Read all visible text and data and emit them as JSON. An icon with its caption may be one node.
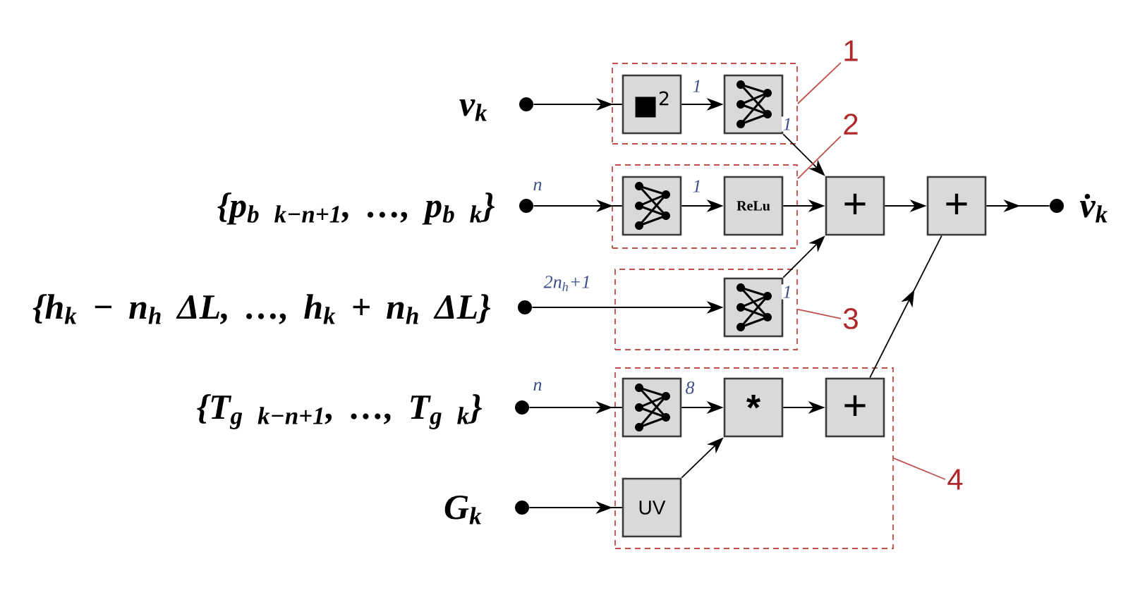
{
  "diagram": {
    "nodes": [
      {
        "text": [],
        "shape": "circle",
        "beside": [
          "v$_{k}$"
        ]
      },
      {
        "text": [],
        "shape": "box"
      },
      {
        "text": [
          "■$^{2}$"
        ],
        "in": 1
      },
      {
        "text": [],
        "shape": "picture",
        "in": 1
      },
      {
        "text": [
          "1"
        ]
      },
      {
        "text": [],
        "shape": "circle",
        "beside": [
          "{p$_{b k−n+1}$, …, p$_{b k}$}"
        ]
      },
      {
        "text": [],
        "shape": "box"
      },
      {
        "text": [],
        "shape": "picture",
        "in": 6
      },
      {
        "text": [
          "ReLu"
        ],
        "in": 6
      },
      {
        "text": [
          "2"
        ]
      },
      {
        "text": [
          "+"
        ]
      },
      {
        "text": [
          "+"
        ]
      },
      {
        "text": [],
        "shape": "circle",
        "beside": [
          "v̇$_{k}$"
        ]
      },
      {
        "text": [],
        "shape": "circle",
        "beside": [
          "{h$_{k}$ − n$_{h}$ ΔL, …, h$_{k}$ + n$_{h}$ ΔL}"
        ]
      },
      {
        "text": [],
        "shape": "box"
      },
      {
        "text": [],
        "shape": "picture",
        "in": 14
      },
      {
        "text": [
          "3"
        ]
      },
      {
        "text": [],
        "shape": "circle",
        "beside": [
          "{T$_{g k−n+1}$, …, T$_{g k}$}"
        ]
      },
      {
        "text": [],
        "shape": "box"
      },
      {
        "text": [],
        "shape": "picture",
        "in": 18
      },
      {
        "text": [
          "*"
        ],
        "in": 18
      },
      {
        "text": [
          "+"
        ],
        "in": 18
      },
      {
        "text": [
          "4"
        ]
      },
      {
        "text": [],
        "shape": "circle",
        "beside": [
          "G$_{k}$"
        ]
      },
      {
        "text": [
          "UV"
        ],
        "in": 18
      }
    ],
    "edges": [
      {
        "from": 0,
        "to": 2,
        "arrow": "to"
      },
      {
        "from": 2,
        "to": 3,
        "arrow": "to",
        "label": "1"
      },
      {
        "from": 3,
        "to": 10,
        "arrow": "to",
        "label": "1"
      },
      {
        "from": 5,
        "to": 7,
        "arrow": "to",
        "label": "n"
      },
      {
        "from": 7,
        "to": 8,
        "arrow": "to",
        "label": "1"
      },
      {
        "from": 8,
        "to": 10,
        "arrow": "to"
      },
      {
        "from": 15,
        "to": 10,
        "arrow": "to",
        "label": "1"
      },
      {
        "from": 10,
        "to": 11,
        "arrow": "to"
      },
      {
        "from": 11,
        "to": 12,
        "arrow": "to"
      },
      {
        "from": 13,
        "to": 15,
        "arrow": "to",
        "label": "2n$_{h}$+1"
      },
      {
        "from": 17,
        "to": 19,
        "arrow": "to",
        "label": "n"
      },
      {
        "from": 19,
        "to": 20,
        "arrow": "to",
        "label": "8"
      },
      {
        "from": 20,
        "to": 21,
        "arrow": "to"
      },
      {
        "from": 21,
        "to": 11,
        "arrow": "to"
      },
      {
        "from": 23,
        "to": 24,
        "arrow": "to"
      },
      {
        "from": 24,
        "to": 20,
        "arrow": "to"
      },
      {
        "from": 4,
        "to": 1,
        "arrow": "none",
        "color": "#c0504d"
      },
      {
        "from": 9,
        "to": 6,
        "arrow": "none",
        "color": "#c0504d"
      },
      {
        "from": 16,
        "to": 14,
        "arrow": "none",
        "color": "#c0504d"
      },
      {
        "from": 22,
        "to": 18,
        "arrow": "none",
        "color": "#c0504d"
      }
    ]
  }
}
